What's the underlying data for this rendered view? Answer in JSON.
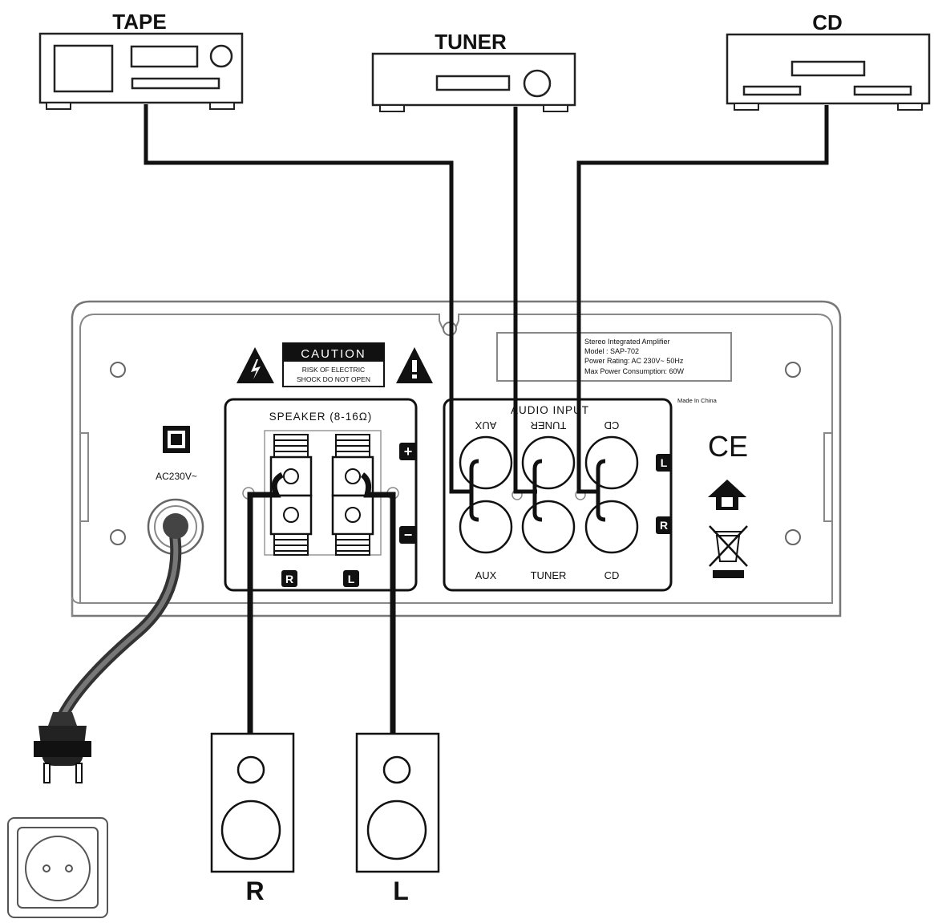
{
  "devices": {
    "tape": "TAPE",
    "tuner": "TUNER",
    "cd": "CD"
  },
  "panel": {
    "caution_title": "CAUTION",
    "caution_line1": "RISK OF ELECTRIC",
    "caution_line2": "SHOCK DO NOT OPEN",
    "speaker_label": "SPEAKER (8-16Ω)",
    "speaker_r": "R",
    "speaker_l": "L",
    "plus": "+",
    "minus": "−",
    "ac_label": "AC230V~",
    "audio_input_label": "AUDIO INPUT",
    "input_top": {
      "aux": "AUX",
      "tuner": "TUNER",
      "cd": "CD"
    },
    "input_bottom": {
      "aux": "AUX",
      "tuner": "TUNER",
      "cd": "CD"
    },
    "channel_l": "L",
    "channel_r": "R",
    "info_line1": "Stereo Integrated Amplifier",
    "info_line2": "Model : SAP-702",
    "info_line3": "Power Rating: AC 230V~ 50Hz",
    "info_line4": "Max Power Consumption: 60W",
    "made_in": "Made In China",
    "ce_mark": "CE"
  },
  "speakers": {
    "right": "R",
    "left": "L"
  }
}
